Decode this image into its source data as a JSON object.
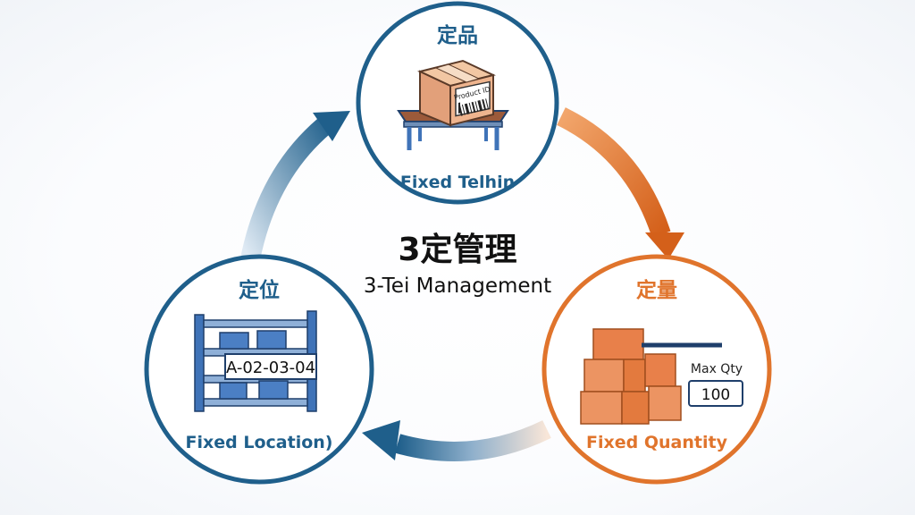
{
  "center": {
    "title_ja": "3定管理",
    "title_en": "3-Tei Management"
  },
  "nodes": {
    "top": {
      "title_ja": "定品",
      "caption": "Fixed Telhin",
      "box_label": "Product ID"
    },
    "left": {
      "title_ja": "定位",
      "caption": "Fixed Location)",
      "location_code": "A-02-03-04"
    },
    "right": {
      "title_ja": "定量",
      "caption": "Fixed Quantity",
      "qty_label": "Max Qty",
      "qty_value": "100"
    }
  },
  "colors": {
    "blue": "#1f5f8b",
    "orange": "#e0742c",
    "box": "#e8a57a",
    "shelf": "#3f73b8"
  },
  "icons": {
    "top": "product-box-on-table-icon",
    "left": "shelving-rack-icon",
    "right": "stacked-boxes-icon"
  }
}
